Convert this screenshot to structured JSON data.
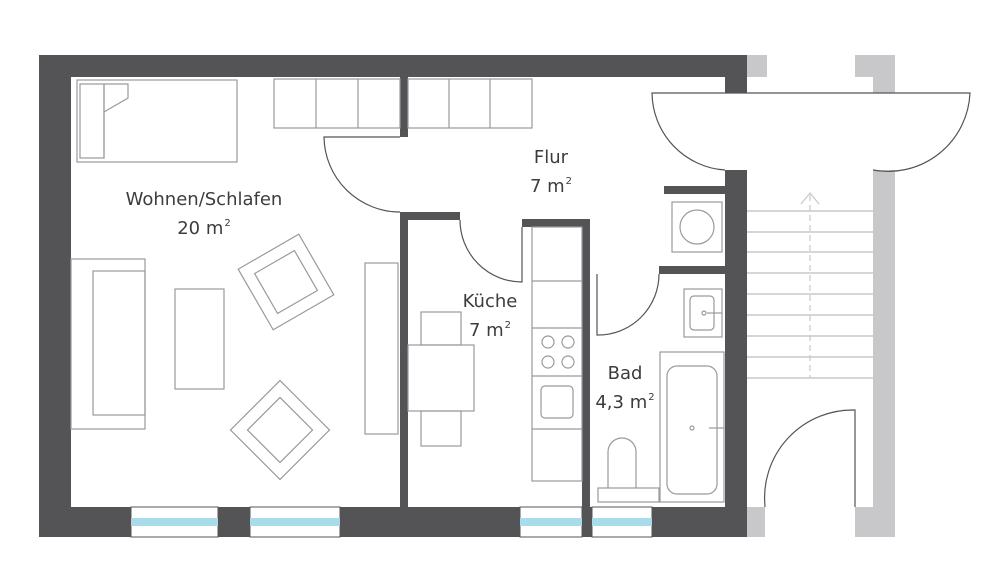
{
  "colors": {
    "wall": "#545457",
    "stair_wall": "#c8c8ca",
    "furniture": "#9a9a9c",
    "glass": "#a8dceb",
    "background": "#ffffff",
    "text": "#3c3c3e"
  },
  "rooms": [
    {
      "name": "Wohnen/Schlafen",
      "area": "20",
      "unit": "m",
      "exp": "2"
    },
    {
      "name": "Flur",
      "area": "7",
      "unit": "m",
      "exp": "2"
    },
    {
      "name": "Küche",
      "area": "7",
      "unit": "m",
      "exp": "2"
    },
    {
      "name": "Bad",
      "area": "4,3",
      "unit": "m",
      "exp": "2"
    }
  ]
}
